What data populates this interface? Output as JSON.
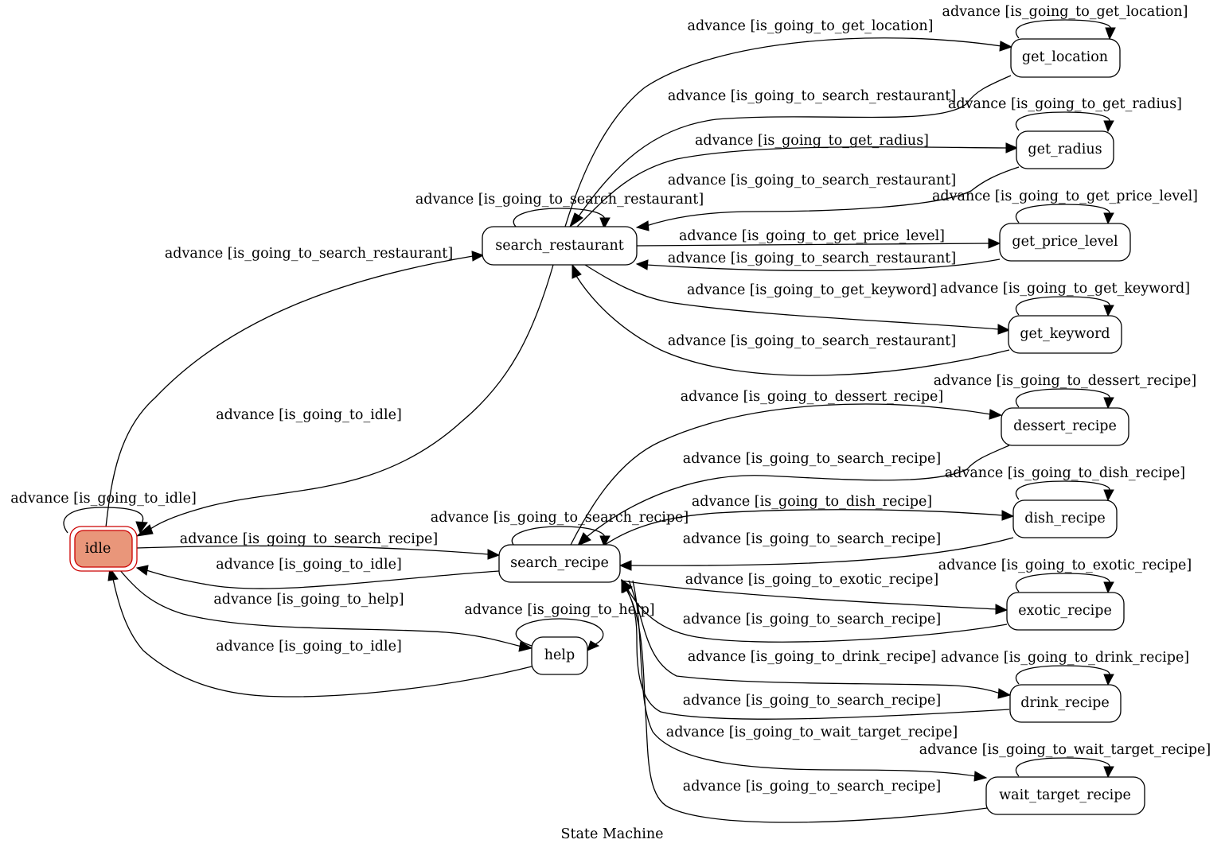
{
  "diagram": {
    "caption": "State Machine",
    "initial_state_fill": "#e9967a",
    "initial_state_stroke": "#cc0000",
    "states": {
      "idle": "idle",
      "search_restaurant": "search_restaurant",
      "search_recipe": "search_recipe",
      "help": "help",
      "get_location": "get_location",
      "get_radius": "get_radius",
      "get_price_level": "get_price_level",
      "get_keyword": "get_keyword",
      "dessert_recipe": "dessert_recipe",
      "dish_recipe": "dish_recipe",
      "exotic_recipe": "exotic_recipe",
      "drink_recipe": "drink_recipe",
      "wait_target_recipe": "wait_target_recipe"
    },
    "transitions": {
      "idle_self": "advance [is_going_to_idle]",
      "idle_to_search_restaurant": "advance [is_going_to_search_restaurant]",
      "search_restaurant_to_idle": "advance [is_going_to_idle]",
      "idle_to_search_recipe": "advance [is_going_to_search_recipe]",
      "search_recipe_to_idle": "advance [is_going_to_idle]",
      "idle_to_help": "advance [is_going_to_help]",
      "help_to_idle": "advance [is_going_to_idle]",
      "help_self": "advance [is_going_to_help]",
      "search_restaurant_self": "advance [is_going_to_search_restaurant]",
      "search_recipe_self": "advance [is_going_to_search_recipe]",
      "sr_to_get_location": "advance [is_going_to_get_location]",
      "get_location_to_sr": "advance [is_going_to_search_restaurant]",
      "get_location_self": "advance [is_going_to_get_location]",
      "sr_to_get_radius": "advance [is_going_to_get_radius]",
      "get_radius_to_sr": "advance [is_going_to_search_restaurant]",
      "get_radius_self": "advance [is_going_to_get_radius]",
      "sr_to_get_price_level": "advance [is_going_to_get_price_level]",
      "get_price_level_to_sr": "advance [is_going_to_search_restaurant]",
      "get_price_level_self": "advance [is_going_to_get_price_level]",
      "sr_to_get_keyword": "advance [is_going_to_get_keyword]",
      "get_keyword_to_sr": "advance [is_going_to_search_restaurant]",
      "get_keyword_self": "advance [is_going_to_get_keyword]",
      "rc_to_dessert_recipe": "advance [is_going_to_dessert_recipe]",
      "dessert_recipe_to_rc": "advance [is_going_to_search_recipe]",
      "dessert_recipe_self": "advance [is_going_to_dessert_recipe]",
      "rc_to_dish_recipe": "advance [is_going_to_dish_recipe]",
      "dish_recipe_to_rc": "advance [is_going_to_search_recipe]",
      "dish_recipe_self": "advance [is_going_to_dish_recipe]",
      "rc_to_exotic_recipe": "advance [is_going_to_exotic_recipe]",
      "exotic_recipe_to_rc": "advance [is_going_to_search_recipe]",
      "exotic_recipe_self": "advance [is_going_to_exotic_recipe]",
      "rc_to_drink_recipe": "advance [is_going_to_drink_recipe]",
      "drink_recipe_to_rc": "advance [is_going_to_search_recipe]",
      "drink_recipe_self": "advance [is_going_to_drink_recipe]",
      "rc_to_wait_target_recipe": "advance [is_going_to_wait_target_recipe]",
      "wait_target_recipe_to_rc": "advance [is_going_to_search_recipe]",
      "wait_target_recipe_self": "advance [is_going_to_wait_target_recipe]"
    }
  }
}
